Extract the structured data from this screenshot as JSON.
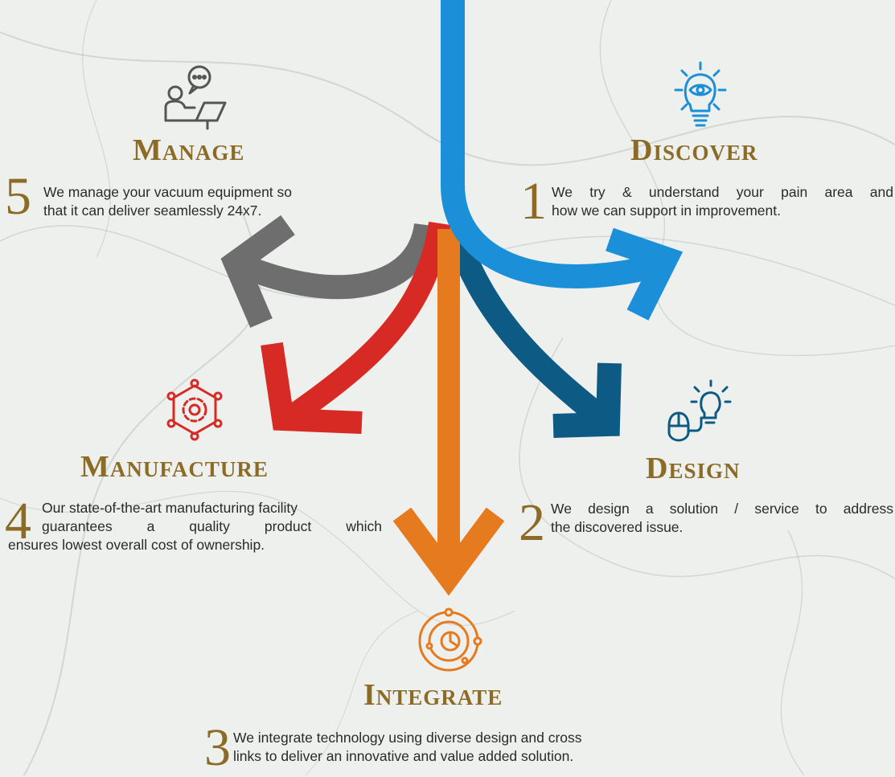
{
  "colors": {
    "discover": "#1b8fd8",
    "design": "#0d5a85",
    "integrate": "#e57a1e",
    "manufacture": "#d82a24",
    "manage": "#6e6e6e",
    "title": "#8b6b25",
    "number": "#8b6b25"
  },
  "steps": {
    "discover": {
      "number": "1",
      "icon": "lightbulb-eye-icon",
      "title": "Discover",
      "lines": [
        "We try & understand your pain area and",
        "how we can support in improvement."
      ]
    },
    "design": {
      "number": "2",
      "icon": "mouse-lightbulb-icon",
      "title": "Design",
      "lines": [
        "We design a solution / service to address",
        "the discovered issue."
      ]
    },
    "integrate": {
      "number": "3",
      "icon": "integration-circle-icon",
      "title": "Integrate",
      "lines": [
        "We integrate technology using diverse design and cross",
        "links to deliver an innovative and value added solution."
      ]
    },
    "manufacture": {
      "number": "4",
      "icon": "gear-network-icon",
      "title": "Manufacture",
      "lines": [
        "Our state-of-the-art manufacturing facility",
        "guarantees a quality product which",
        "ensures lowest overall cost of ownership."
      ]
    },
    "manage": {
      "number": "5",
      "icon": "person-laptop-chat-icon",
      "title": "Manage",
      "lines": [
        "We manage your vacuum equipment so",
        "that it can deliver seamlessly 24x7."
      ]
    }
  }
}
